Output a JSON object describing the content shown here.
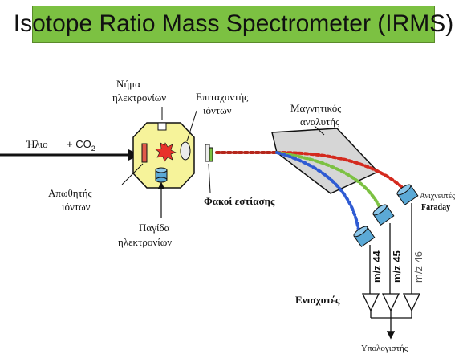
{
  "title": "Isotope Ratio Mass Spectrometer (IRMS)",
  "colors": {
    "title_bg": "#7cc142",
    "source_fill": "#f6f39a",
    "magnet_fill": "#d6d6d6",
    "collector_fill": "#5ba9d6",
    "beam_44": "#2f5bd3",
    "beam_45": "#7cc142",
    "beam_46": "#d42a1e",
    "main_beam": "#b5271c"
  },
  "labels": {
    "input_he": "Ήλιο",
    "input_co2_prefix": "+ CO",
    "input_co2_sub": "2",
    "filament_line1": "Νήμα",
    "filament_line2": "ηλεκτρονίων",
    "accelerator_line1": "Επιταχυντής",
    "accelerator_line2": "ιόντων",
    "repeller_line1": "Απωθητής",
    "repeller_line2": "ιόντων",
    "trap_line1": "Παγίδα",
    "trap_line2": "ηλεκτρονίων",
    "lenses": "Φακοί εστίασης",
    "magnet_line1": "Μαγνητικός",
    "magnet_line2": "αναλυτής",
    "detectors_line1": "Ανιχνευτές",
    "detectors_line2": "Faraday",
    "mz44": "m/z 44",
    "mz45": "m/z 45",
    "mz46": "m/z 46",
    "amplifiers": "Ενισχυτές",
    "computer": "Υπολογιστής"
  }
}
